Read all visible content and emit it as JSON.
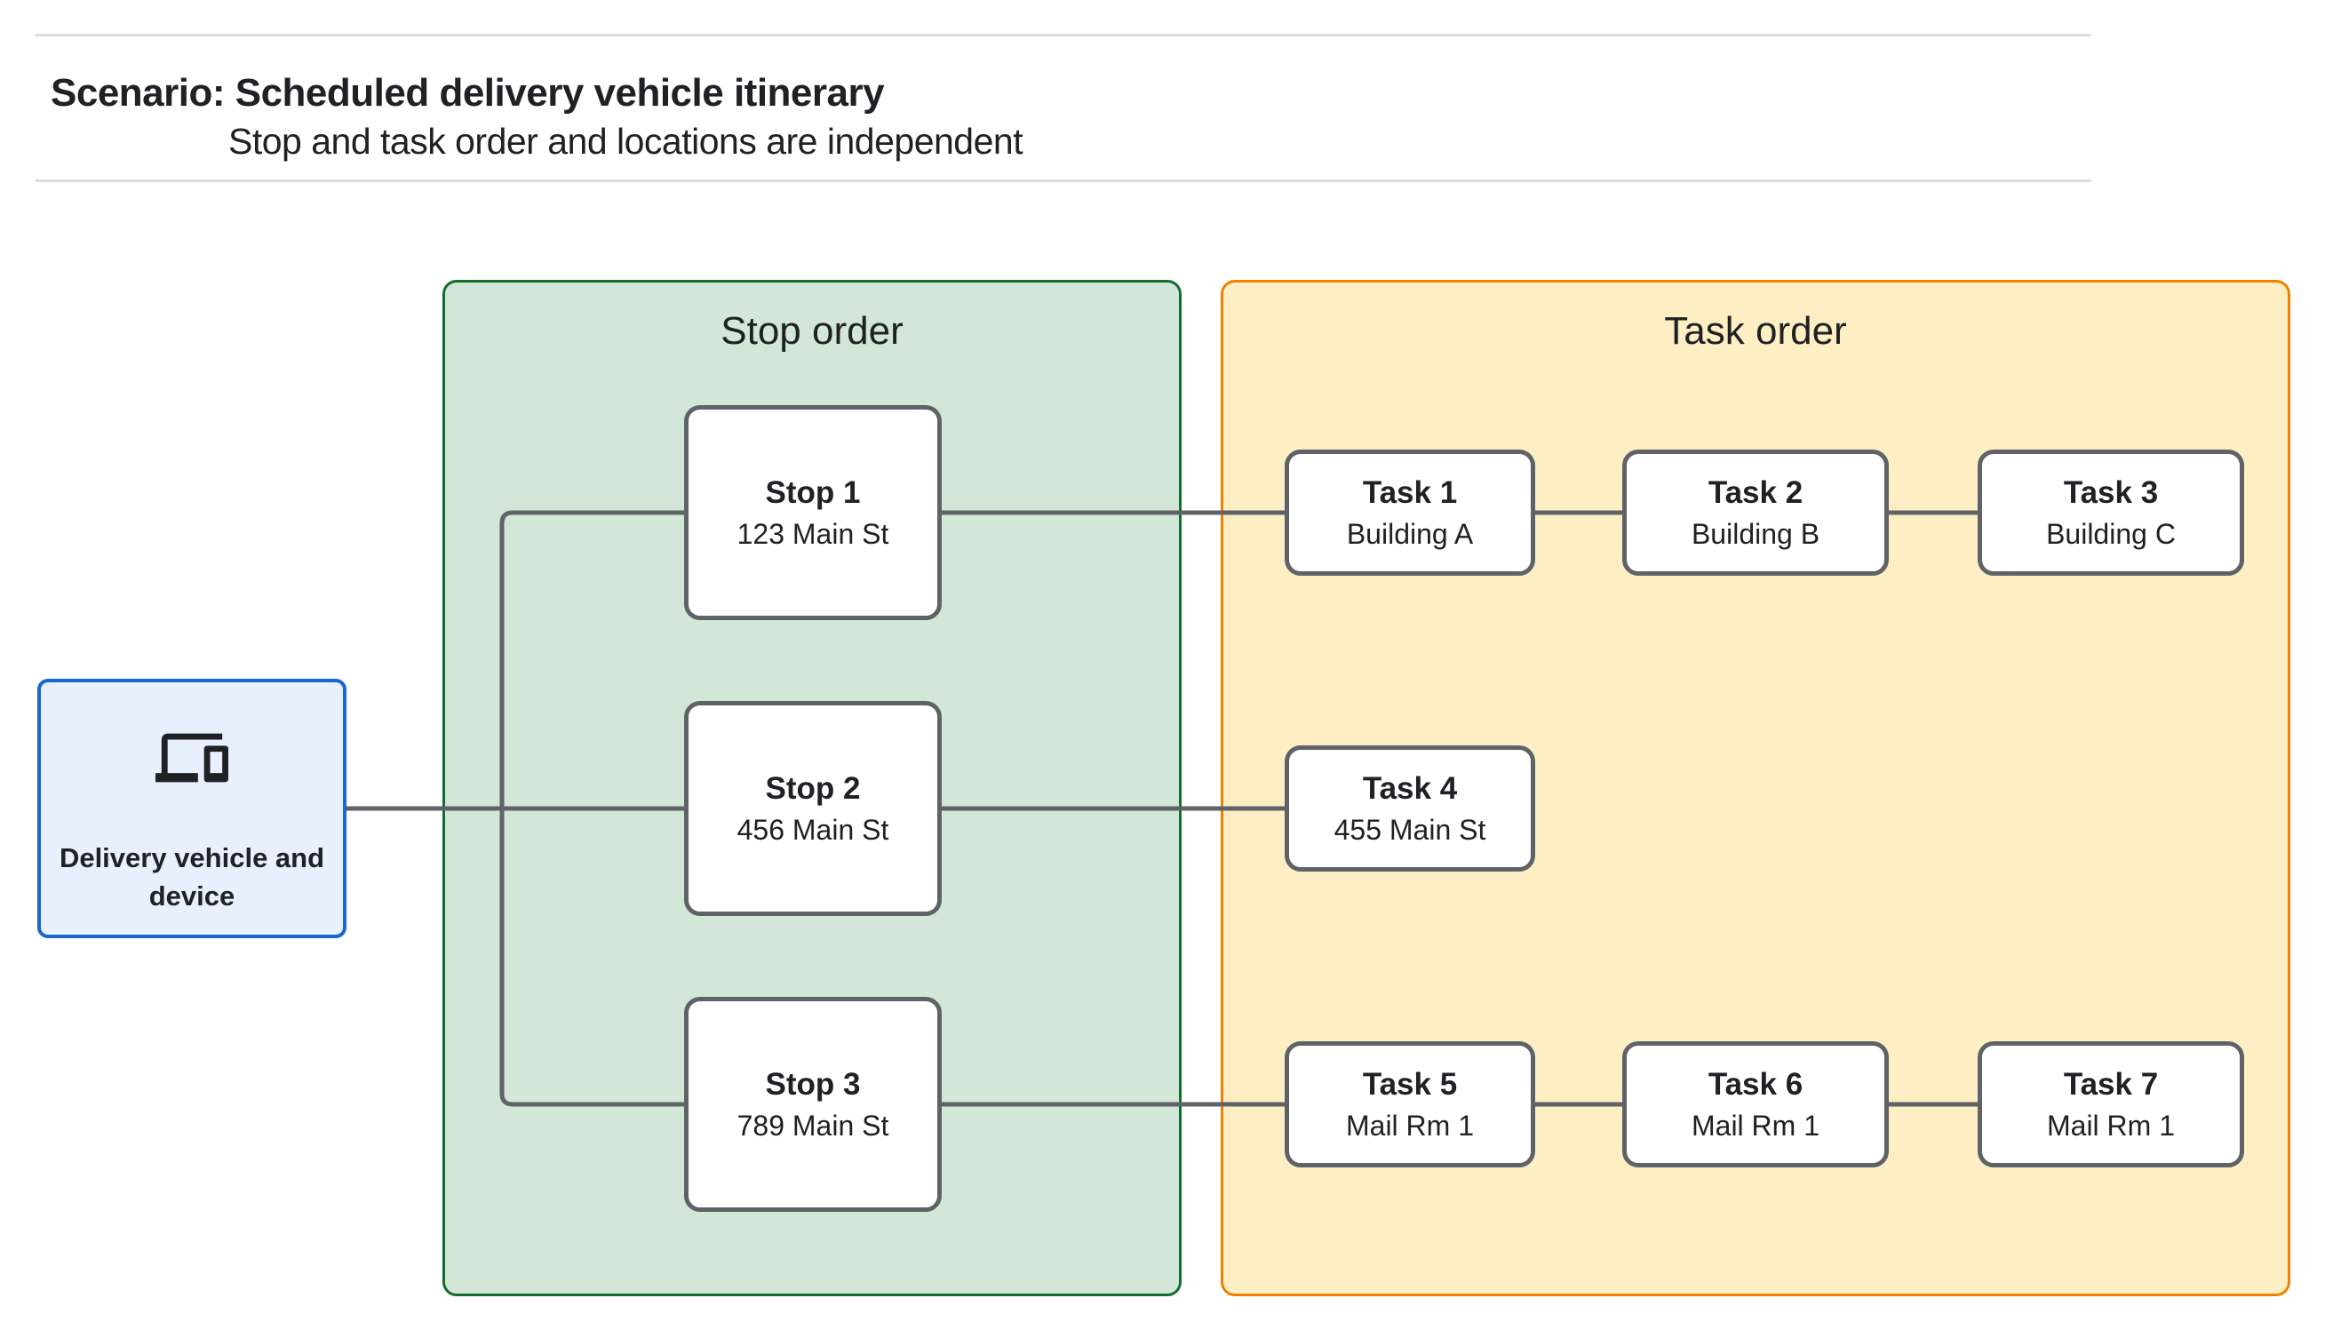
{
  "page": {
    "title": "Scenario: Scheduled delivery vehicle itinerary",
    "subtitle": "Stop and task order and locations are independent"
  },
  "vehicle": {
    "label": "Delivery vehicle and device",
    "icon": "devices-icon"
  },
  "stop_panel": {
    "title": "Stop order",
    "stops": [
      {
        "title": "Stop 1",
        "subtitle": "123 Main St"
      },
      {
        "title": "Stop 2",
        "subtitle": "456 Main St"
      },
      {
        "title": "Stop 3",
        "subtitle": "789 Main St"
      }
    ]
  },
  "task_panel": {
    "title": "Task order",
    "tasks": [
      {
        "title": "Task 1",
        "subtitle": "Building A"
      },
      {
        "title": "Task 2",
        "subtitle": "Building B"
      },
      {
        "title": "Task 3",
        "subtitle": "Building C"
      },
      {
        "title": "Task 4",
        "subtitle": "455 Main St"
      },
      {
        "title": "Task 5",
        "subtitle": "Mail Rm 1"
      },
      {
        "title": "Task 6",
        "subtitle": "Mail Rm 1"
      },
      {
        "title": "Task 7",
        "subtitle": "Mail Rm 1"
      }
    ]
  },
  "colors": {
    "vehicle_fill": "#e8f0fe",
    "vehicle_border": "#1967d2",
    "stop_panel_fill": "#d2e7d8",
    "stop_panel_border": "#146c2e",
    "task_panel_fill": "#fdefc3",
    "task_panel_border": "#ee8100",
    "node_border": "#5f6368",
    "connector": "#5f6368",
    "text": "#202124"
  }
}
